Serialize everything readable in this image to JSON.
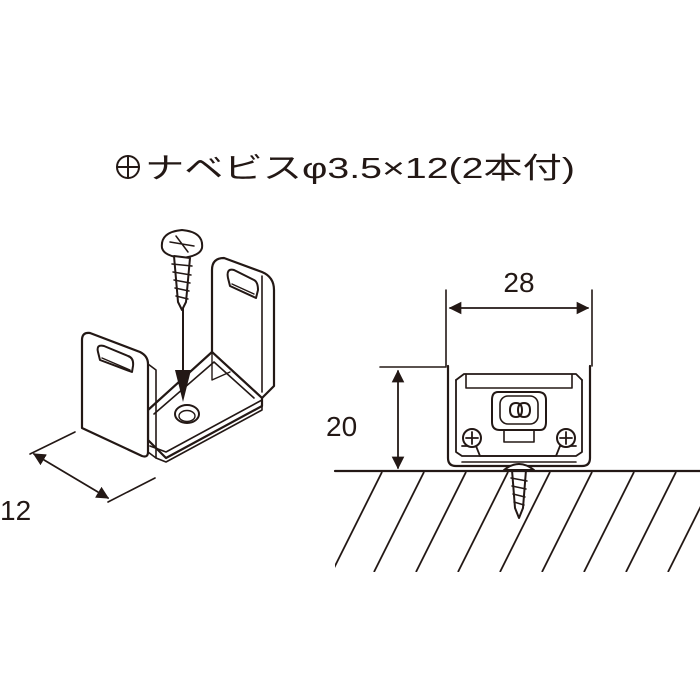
{
  "title": {
    "symbol": "⊕",
    "text": "ナベビスφ3.5×12(2本付)"
  },
  "bracket_view": {
    "depth_dimension": "12"
  },
  "section_view": {
    "width_dimension": "28",
    "height_dimension": "20"
  },
  "colors": {
    "line": "#231815",
    "background": "#ffffff"
  },
  "icons": {
    "screw": "pan-head-phillips-screw-icon",
    "arrow": "down-arrow-icon"
  }
}
